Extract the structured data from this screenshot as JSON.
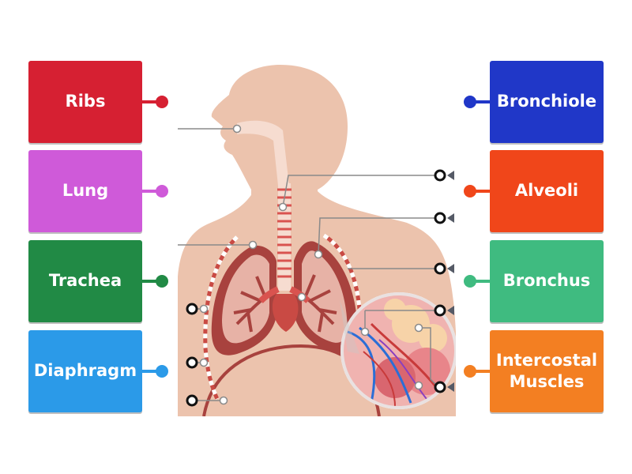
{
  "labels": [
    {
      "id": "ribs",
      "text": "Ribs",
      "color": "#d62032"
    },
    {
      "id": "lung",
      "text": "Lung",
      "color": "#cf5ad9"
    },
    {
      "id": "trachea",
      "text": "Trachea",
      "color": "#218a45"
    },
    {
      "id": "diaphragm",
      "text": "Diaphragm",
      "color": "#2b9ae8"
    },
    {
      "id": "bronchiole",
      "text": "Bronchiole",
      "color": "#2037c8"
    },
    {
      "id": "alveoli",
      "text": "Alveoli",
      "color": "#f0461a"
    },
    {
      "id": "bronchus",
      "text": "Bronchus",
      "color": "#3fbb80"
    },
    {
      "id": "intercostal",
      "text": "Intercostal Muscles",
      "color": "#f37f22"
    }
  ],
  "colors": {
    "skin": "#ecc3ad",
    "airway": "#f6dcd0",
    "lung": "#a8423e",
    "lung_light": "#e7b2a6",
    "cartilage": "#d9534f",
    "pointer_line": "#8a8a8a",
    "drop_target": "#111111"
  }
}
